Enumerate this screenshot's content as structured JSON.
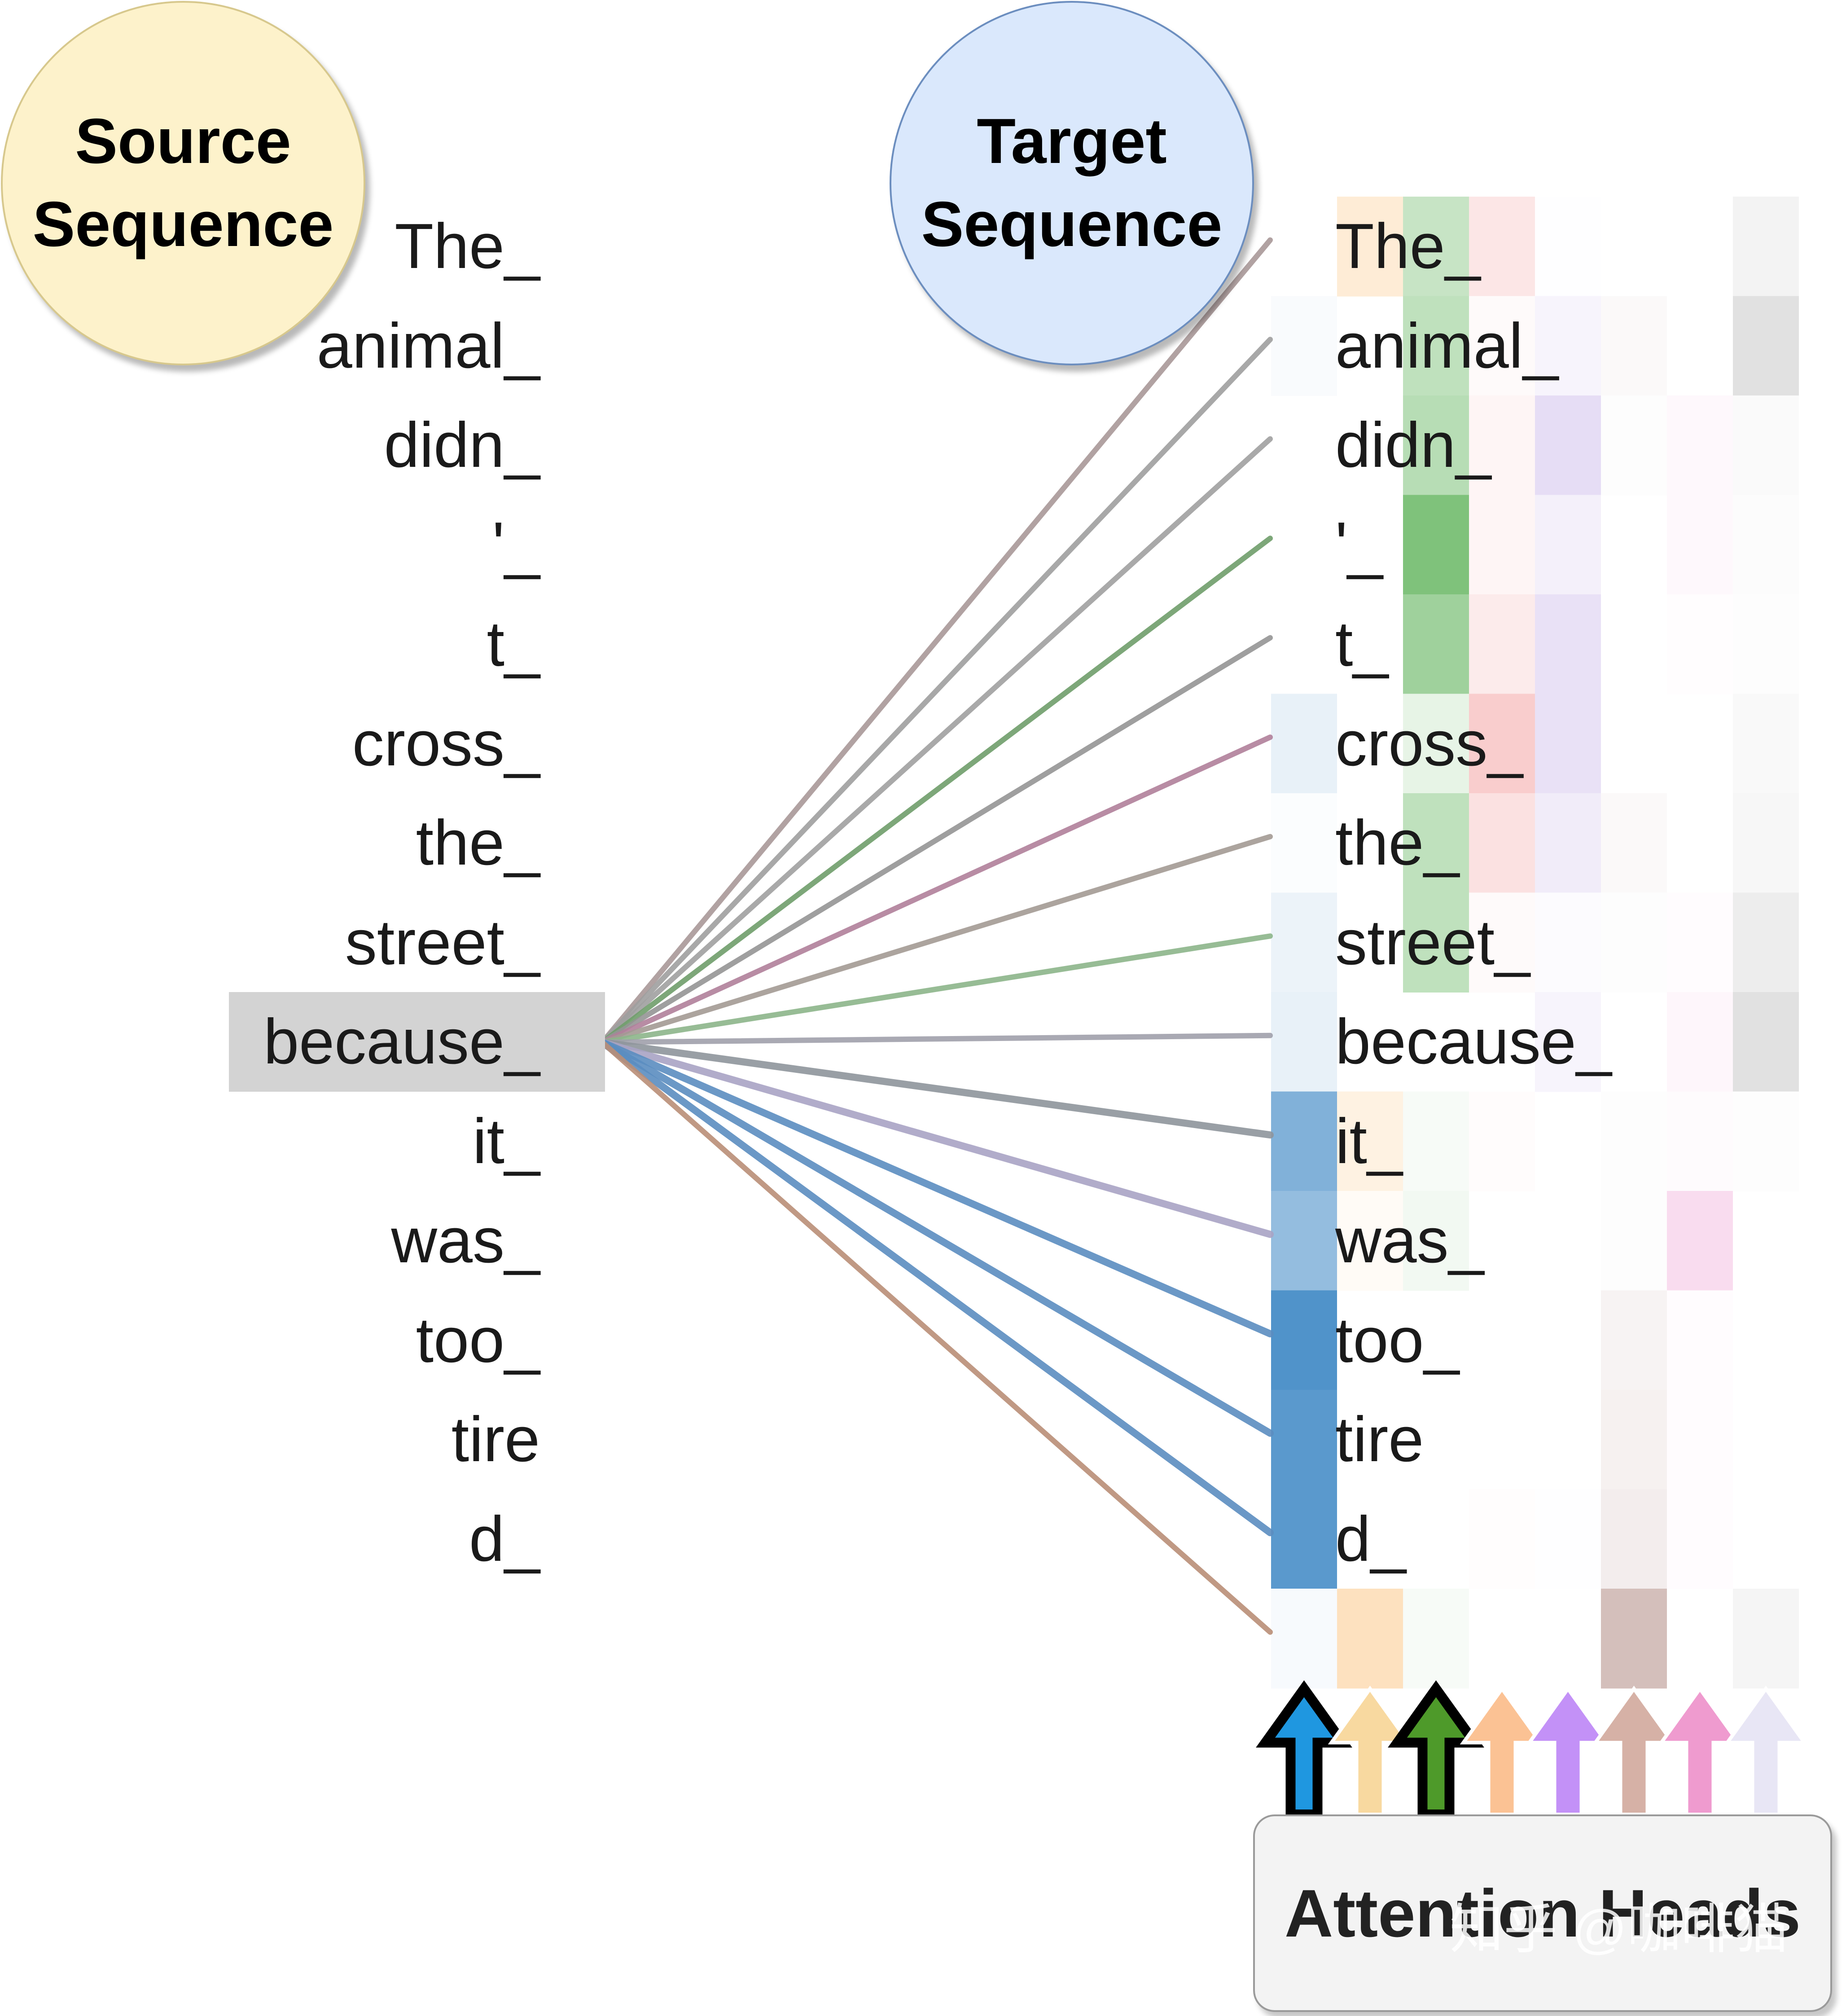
{
  "source_label": "Source\nSequence",
  "target_label": "Target\nSequence",
  "heads_label": "Attention Heads",
  "watermark": "知乎 @咖啡猫",
  "source_tokens": [
    "The_",
    "animal_",
    "didn_",
    "'_",
    "t_",
    "cross_",
    "the_",
    "street_",
    "because_",
    "it_",
    "was_",
    "too_",
    "tire",
    "d_"
  ],
  "target_tokens": [
    "The_",
    "animal_",
    "didn_",
    "'_",
    "t_",
    "cross_",
    "the_",
    "street_",
    "because_",
    "it_",
    "was_",
    "too_",
    "tire",
    "d_",
    ""
  ],
  "selected_source_token": "because_",
  "heads": [
    {
      "color": "#3d87c4",
      "selected": true,
      "arrow_fill": "#1f97e0"
    },
    {
      "color": "#fbc98b",
      "selected": false,
      "arrow_fill": "#f8d9a0"
    },
    {
      "color": "#5fb35a",
      "selected": true,
      "arrow_fill": "#4e9a2a"
    },
    {
      "color": "#f29a9a",
      "selected": false,
      "arrow_fill": "#fbc294"
    },
    {
      "color": "#c8b4e8",
      "selected": false,
      "arrow_fill": "#c391f7"
    },
    {
      "color": "#b08a84",
      "selected": false,
      "arrow_fill": "#d6b1a6"
    },
    {
      "color": "#f0a8d8",
      "selected": false,
      "arrow_fill": "#ef9bcf"
    },
    {
      "color": "#9a9a9a",
      "selected": false,
      "arrow_fill": "#e8e6f5"
    }
  ],
  "attention": [
    [
      0.0,
      0.35,
      0.35,
      0.25,
      0.02,
      0.0,
      0.0,
      0.12
    ],
    [
      0.03,
      0.0,
      0.4,
      0.05,
      0.15,
      0.05,
      0.0,
      0.3
    ],
    [
      0.0,
      0.0,
      0.45,
      0.1,
      0.45,
      0.02,
      0.08,
      0.05
    ],
    [
      0.0,
      0.0,
      0.8,
      0.1,
      0.2,
      0.0,
      0.08,
      0.03
    ],
    [
      0.0,
      0.0,
      0.6,
      0.2,
      0.4,
      0.0,
      0.02,
      0.02
    ],
    [
      0.12,
      0.0,
      0.15,
      0.5,
      0.4,
      0.0,
      0.0,
      0.06
    ],
    [
      0.02,
      0.0,
      0.4,
      0.3,
      0.25,
      0.05,
      0.0,
      0.08
    ],
    [
      0.1,
      0.0,
      0.4,
      0.05,
      0.05,
      0.02,
      0.03,
      0.18
    ],
    [
      0.12,
      0.0,
      0.0,
      0.0,
      0.15,
      0.0,
      0.1,
      0.3
    ],
    [
      0.65,
      0.25,
      0.05,
      0.03,
      0.0,
      0.02,
      0.05,
      0.02
    ],
    [
      0.55,
      0.08,
      0.08,
      0.0,
      0.0,
      0.02,
      0.4,
      0.0
    ],
    [
      0.9,
      0.0,
      0.0,
      0.0,
      0.0,
      0.1,
      0.03,
      0.0
    ],
    [
      0.85,
      0.0,
      0.0,
      0.0,
      0.0,
      0.12,
      0.03,
      0.0
    ],
    [
      0.85,
      0.0,
      0.0,
      0.02,
      0.02,
      0.15,
      0.03,
      0.0
    ],
    [
      0.04,
      0.55,
      0.05,
      0.0,
      0.0,
      0.55,
      0.0,
      0.1
    ]
  ],
  "line_colors": [
    "#a89898",
    "#9e9e9e",
    "#a0a0a0",
    "#6f9d6a",
    "#959595",
    "#b07f9a",
    "#a39a94",
    "#8cb58a",
    "#a0a0ab",
    "#8e959b",
    "#a8a3c4",
    "#5b8dc0",
    "#5b8dc0",
    "#5b8dc0",
    "#b98e77"
  ]
}
